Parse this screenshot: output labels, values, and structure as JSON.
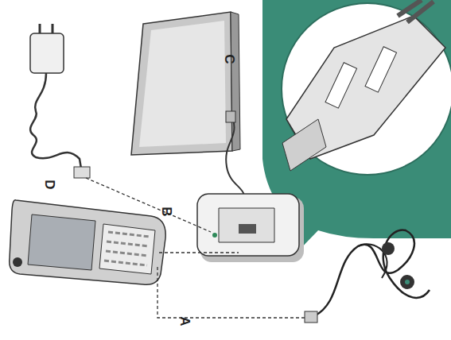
{
  "diagram": {
    "labels": [
      "C",
      "D",
      "B",
      "A"
    ]
  }
}
